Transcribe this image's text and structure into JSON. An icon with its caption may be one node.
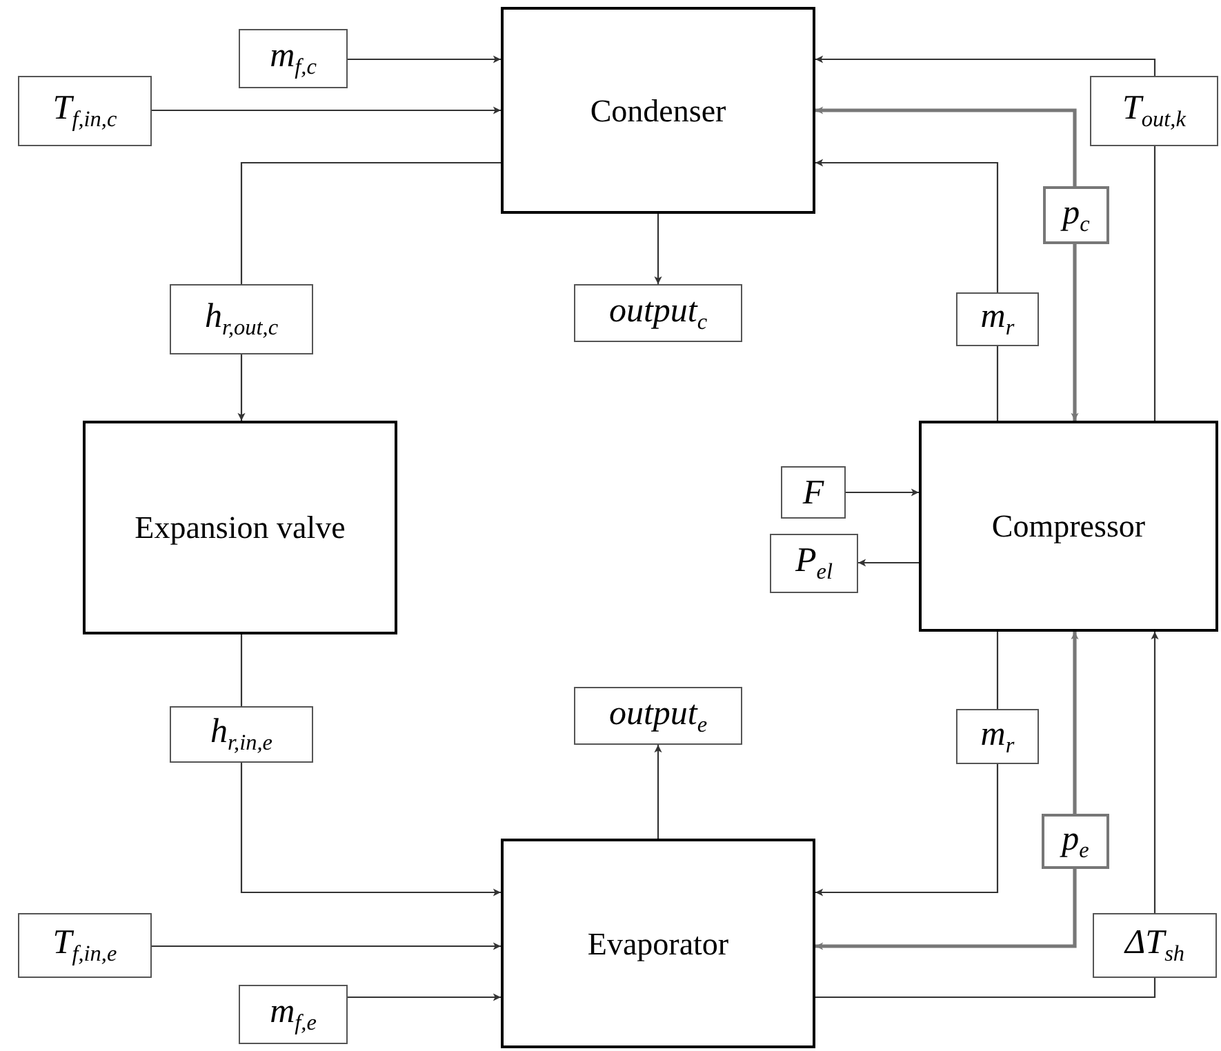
{
  "diagram": {
    "nodes": [
      {
        "text": [
          "m$_{f,c}$"
        ]
      },
      {
        "text": [
          "T$_{f,in,c}$"
        ]
      },
      {
        "text": [
          "Condenser"
        ]
      },
      {
        "text": [
          "T$_{out,k}$"
        ]
      },
      {
        "text": [
          "p$_{c}$"
        ]
      },
      {
        "text": [
          "h$_{r,out,c}$"
        ]
      },
      {
        "text": [
          "output$_{c}$"
        ]
      },
      {
        "text": [
          "m$_{r}$"
        ]
      },
      {
        "text": [
          "Expansion valve"
        ]
      },
      {
        "text": [
          "F"
        ]
      },
      {
        "text": [
          "Compressor"
        ]
      },
      {
        "text": [
          "P$_{el}$"
        ]
      },
      {
        "text": [
          "h$_{r,in,e}$"
        ]
      },
      {
        "text": [
          "output$_{e}$"
        ]
      },
      {
        "text": [
          "m$_{r}$"
        ]
      },
      {
        "text": [
          "p$_{e}$"
        ]
      },
      {
        "text": [
          "T$_{f,in,e}$"
        ]
      },
      {
        "text": [
          "Evaporator"
        ]
      },
      {
        "text": [
          "ΔT$_{sh}$"
        ]
      },
      {
        "text": [
          "m$_{f,e}$"
        ]
      }
    ],
    "edges": [
      {
        "from": 0,
        "to": 2,
        "arrow": "to"
      },
      {
        "from": 1,
        "to": 2,
        "arrow": "to"
      },
      {
        "from": 2,
        "to": 6,
        "arrow": "to"
      },
      {
        "from": 2,
        "to": 5,
        "arrow": "none"
      },
      {
        "from": 5,
        "to": 8,
        "arrow": "to"
      },
      {
        "from": 3,
        "to": 2,
        "arrow": "to"
      },
      {
        "from": 10,
        "to": 3,
        "arrow": "none"
      },
      {
        "from": 10,
        "to": 7,
        "arrow": "none"
      },
      {
        "from": 7,
        "to": 2,
        "arrow": "to"
      },
      {
        "from": 4,
        "to": 2,
        "arrow": "to",
        "style": "thick",
        "color": "#777777"
      },
      {
        "from": 4,
        "to": 10,
        "arrow": "to",
        "style": "thick",
        "color": "#777777"
      },
      {
        "from": 9,
        "to": 10,
        "arrow": "to"
      },
      {
        "from": 10,
        "to": 11,
        "arrow": "to"
      },
      {
        "from": 8,
        "to": 12,
        "arrow": "none"
      },
      {
        "from": 12,
        "to": 17,
        "arrow": "to"
      },
      {
        "from": 17,
        "to": 13,
        "arrow": "to"
      },
      {
        "from": 10,
        "to": 14,
        "arrow": "none"
      },
      {
        "from": 14,
        "to": 17,
        "arrow": "to"
      },
      {
        "from": 15,
        "to": 17,
        "arrow": "to",
        "style": "thick",
        "color": "#777777"
      },
      {
        "from": 15,
        "to": 10,
        "arrow": "to",
        "style": "thick",
        "color": "#777777"
      },
      {
        "from": 16,
        "to": 17,
        "arrow": "to"
      },
      {
        "from": 19,
        "to": 17,
        "arrow": "to"
      },
      {
        "from": 17,
        "to": 18,
        "arrow": "none"
      },
      {
        "from": 18,
        "to": 10,
        "arrow": "to"
      }
    ]
  }
}
